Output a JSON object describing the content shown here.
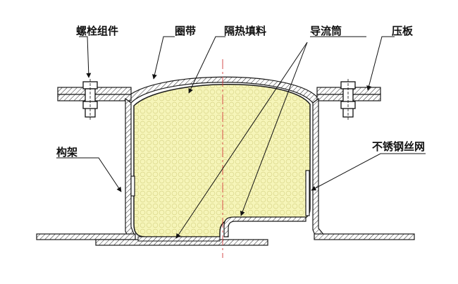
{
  "labels": {
    "bolt_assembly": "螺栓组件",
    "hoop_band": "圈带",
    "insulation_filler": "隔热填料",
    "guide_tube": "导流筒",
    "pressure_plate": "压板",
    "frame": "构架",
    "stainless_mesh": "不锈钢丝网"
  },
  "colors": {
    "filler": "#f6f5b9",
    "filler_pattern": "#d9d68a",
    "outline": "#1a1a1a",
    "centerline": "#d23a3a"
  }
}
